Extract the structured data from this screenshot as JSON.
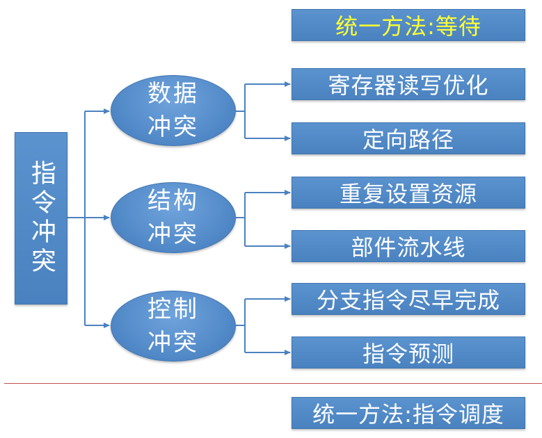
{
  "diagram": {
    "method_top": "统一方法:等待",
    "root": "指令冲突",
    "categories": [
      {
        "line1": "数据",
        "line2": "冲突",
        "items": [
          "寄存器读写优化",
          "定向路径"
        ]
      },
      {
        "line1": "结构",
        "line2": "冲突",
        "items": [
          "重复设置资源",
          "部件流水线"
        ]
      },
      {
        "line1": "控制",
        "line2": "冲突",
        "items": [
          "分支指令尽早完成",
          "指令预测"
        ]
      }
    ],
    "method_bottom": "统一方法:指令调度",
    "colors": {
      "box_fill": "#4f87c6",
      "box_text": "#ffffff",
      "highlight_text": "#ffff33",
      "arrow": "#4a82c0",
      "divider": "#c0504d"
    }
  }
}
